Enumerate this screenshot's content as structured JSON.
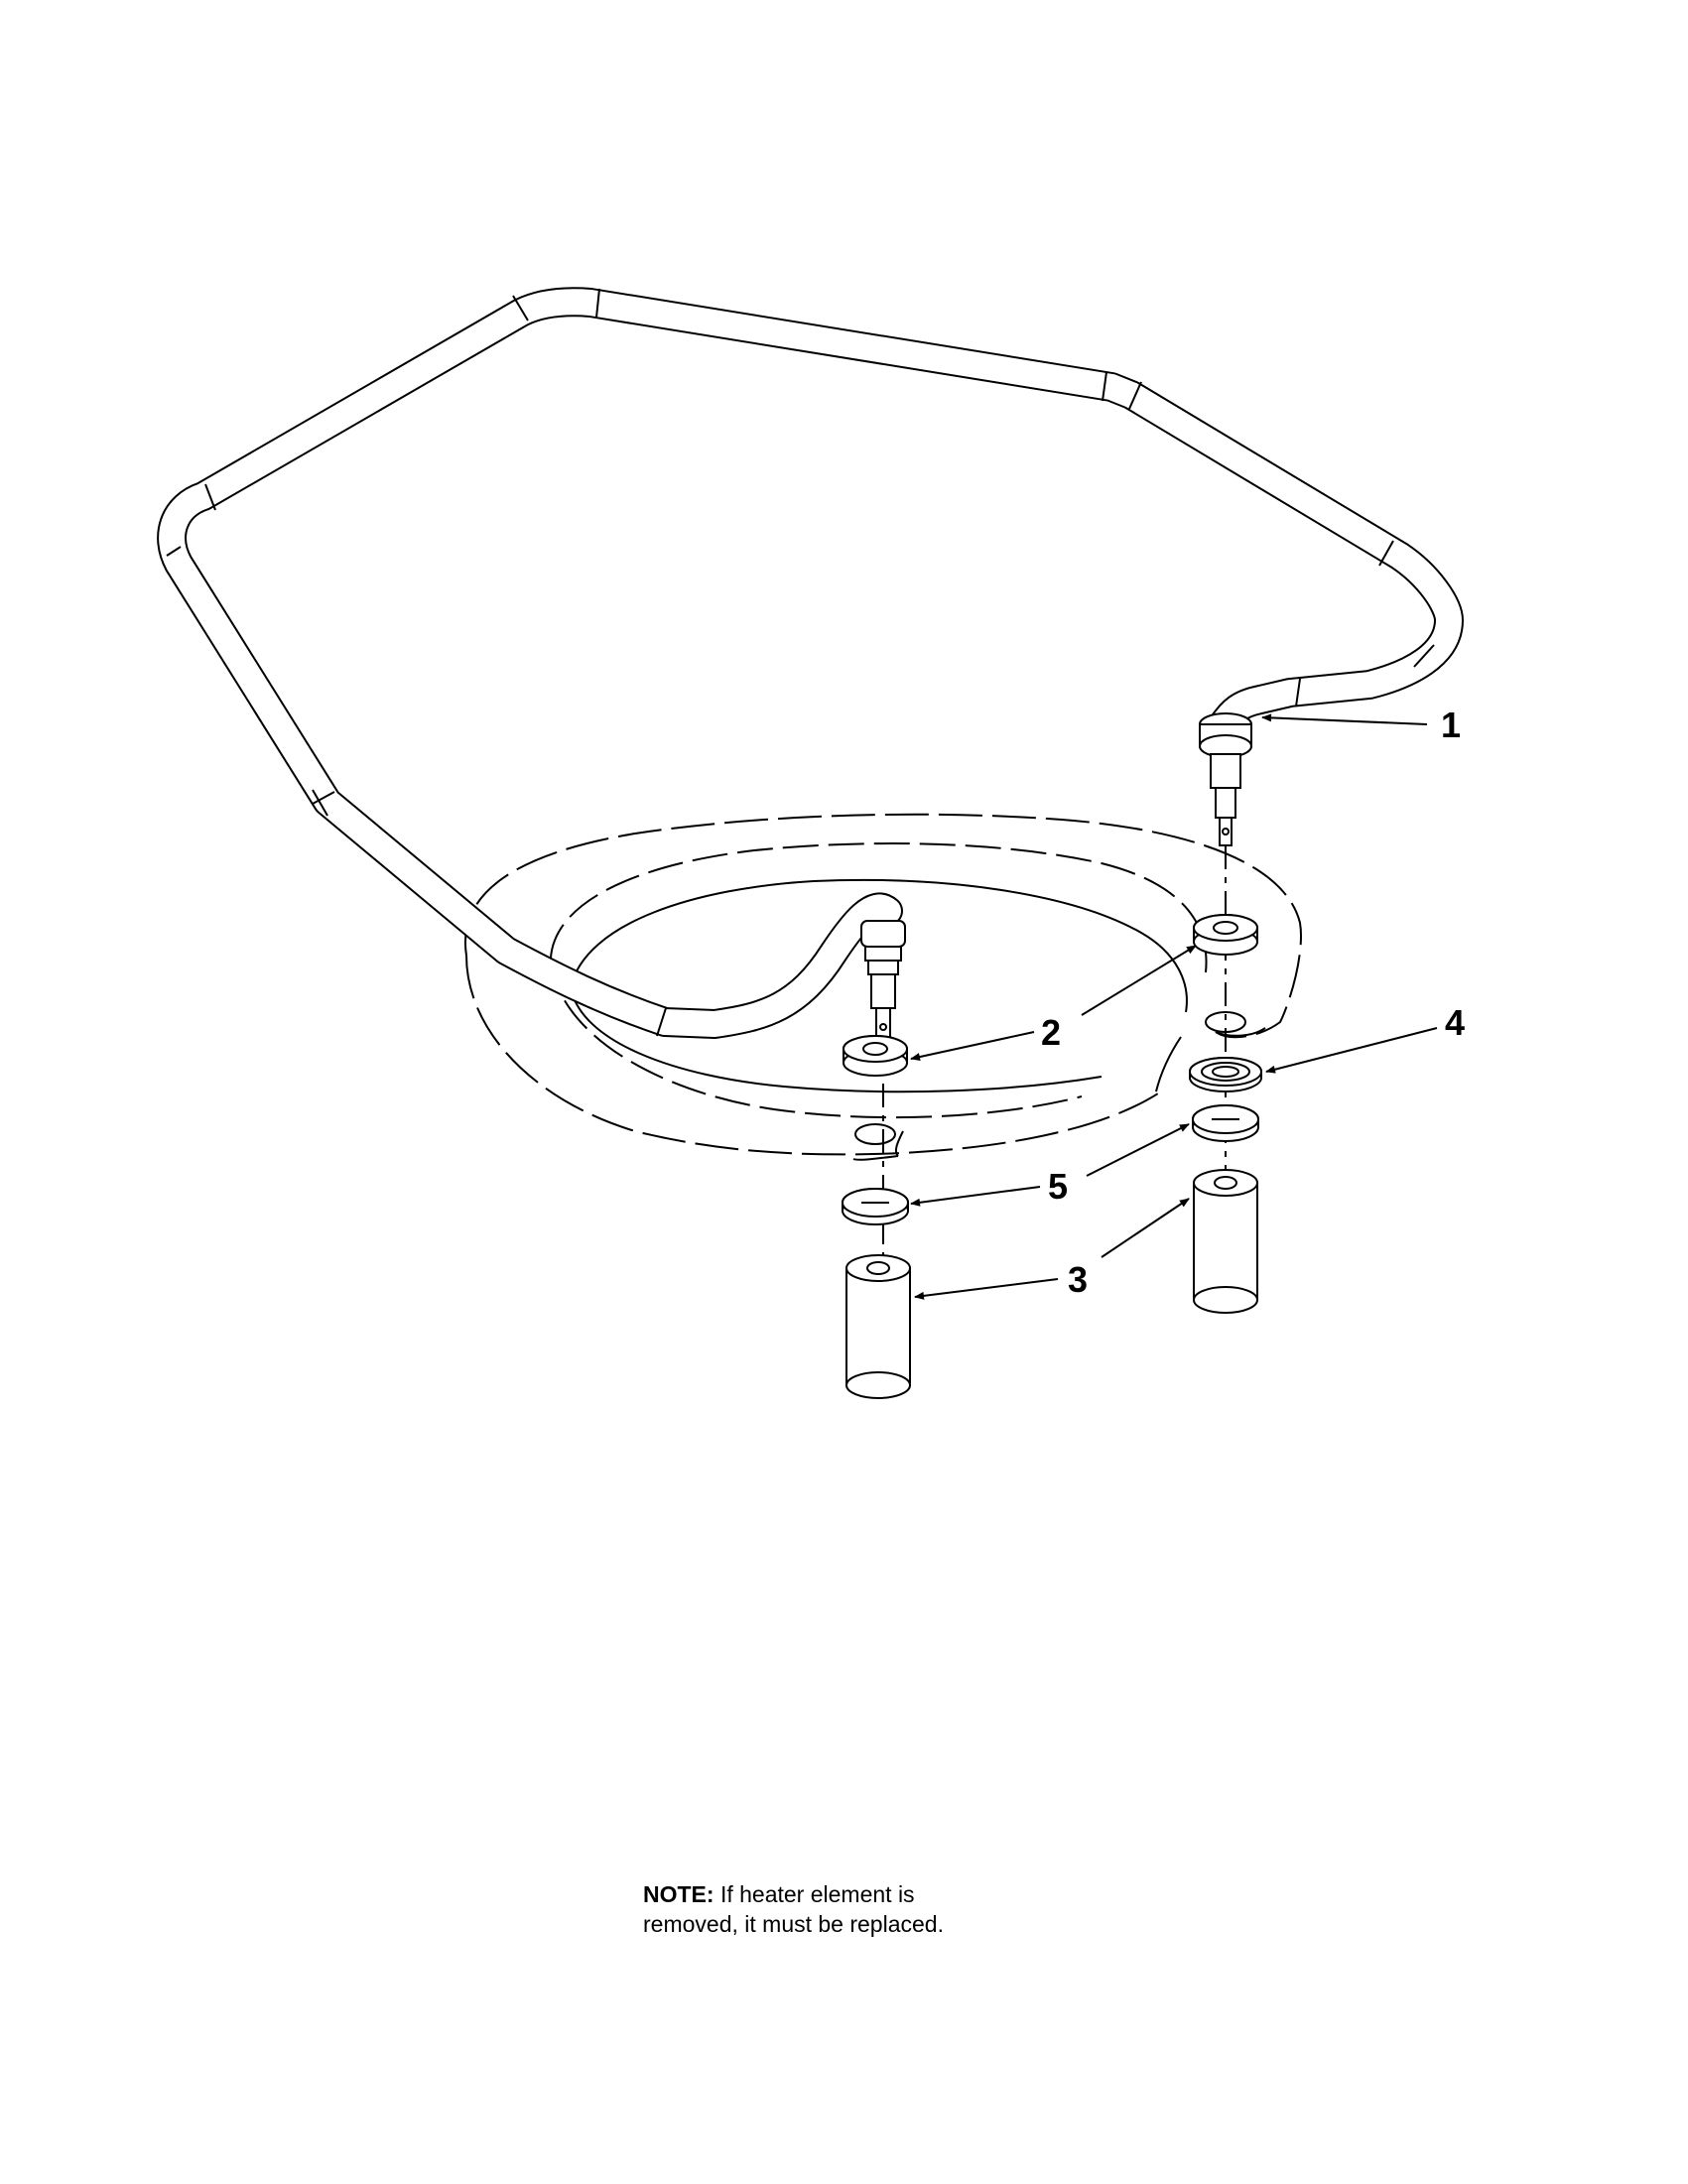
{
  "callouts": [
    {
      "id": "1",
      "label": "1"
    },
    {
      "id": "2",
      "label": "2"
    },
    {
      "id": "3",
      "label": "3"
    },
    {
      "id": "4",
      "label": "4"
    },
    {
      "id": "5",
      "label": "5"
    }
  ],
  "note": {
    "heading": "NOTE:",
    "line1": "If heater element is",
    "line2": "removed, it must be replaced."
  }
}
